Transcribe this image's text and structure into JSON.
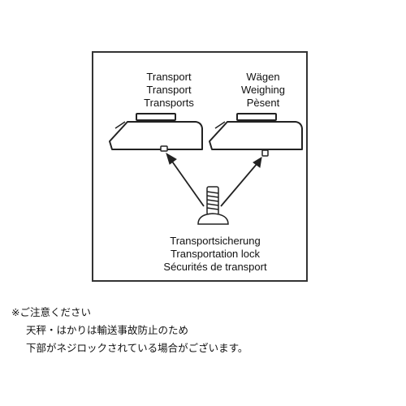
{
  "figure": {
    "left_labels": [
      "Transport",
      "Transport",
      "Transports"
    ],
    "right_labels": [
      "Wägen",
      "Weighing",
      "Pèsent"
    ],
    "lock_labels": [
      "Transportsicherung",
      "Transportation lock",
      "Sécurités de transport"
    ]
  },
  "notice": {
    "heading": "※ご注意ください",
    "line1": "天秤・はかりは輸送事故防止のため",
    "line2": "下部がネジロックされている場合がございます。"
  }
}
